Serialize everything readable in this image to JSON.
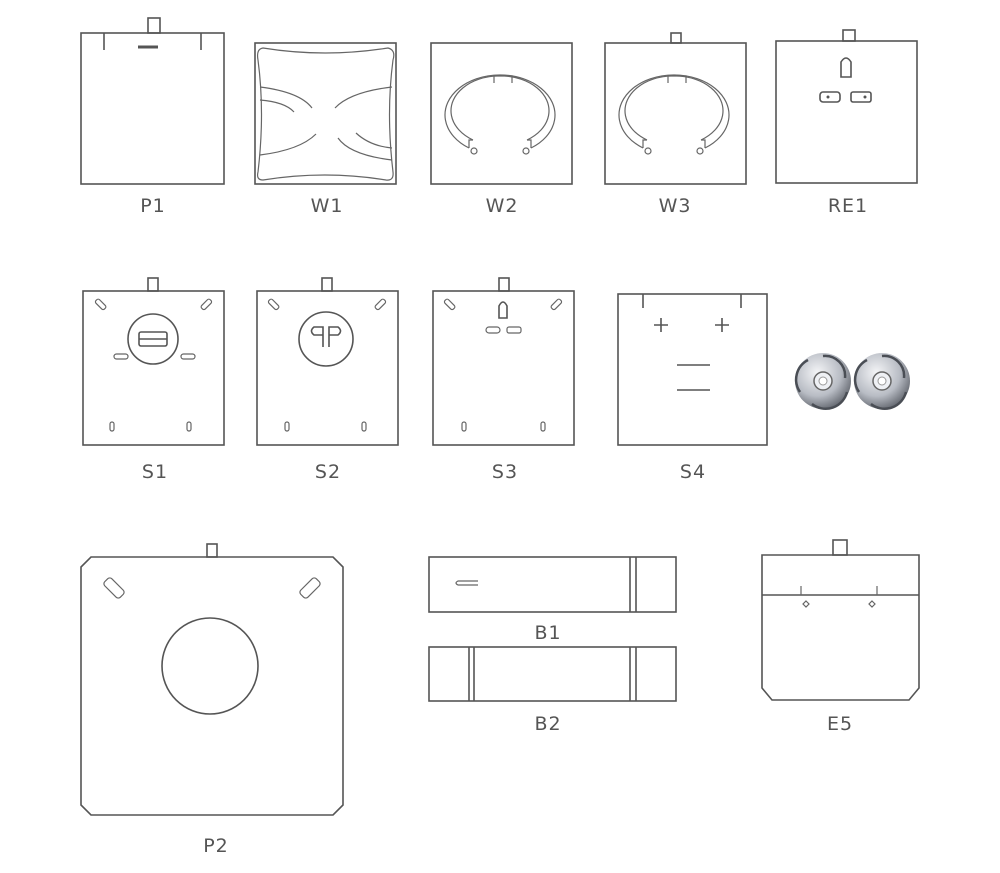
{
  "labels": {
    "p1": "P1",
    "w1": "W1",
    "w2": "W2",
    "w3": "W3",
    "re1": "RE1",
    "s1": "S1",
    "s2": "S2",
    "s3": "S3",
    "s4": "S4",
    "p2": "P2",
    "b1": "B1",
    "b2": "B2",
    "e5": "E5"
  },
  "colors": {
    "stroke": "#555555",
    "background": "#ffffff",
    "silver": "#b8bcc4"
  }
}
